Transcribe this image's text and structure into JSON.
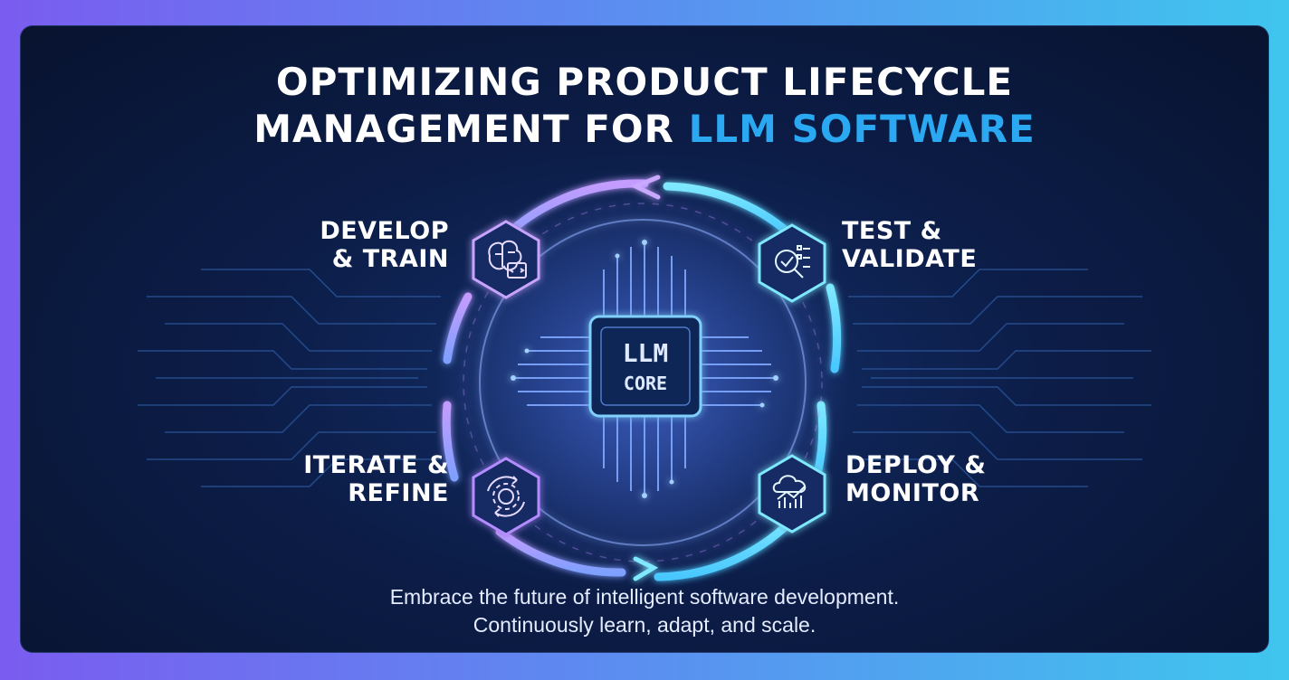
{
  "title": {
    "line1": "OPTIMIZING PRODUCT LIFECYCLE",
    "line2_prefix": "MANAGEMENT FOR ",
    "line2_accent": "LLM SOFTWARE"
  },
  "core": {
    "line1": "LLM",
    "line2": "CORE"
  },
  "stages": [
    {
      "line1": "DEVELOP",
      "line2": "& TRAIN",
      "icon": "brain-code-icon"
    },
    {
      "line1": "TEST &",
      "line2": "VALIDATE",
      "icon": "checklist-magnifier-icon"
    },
    {
      "line1": "DEPLOY &",
      "line2": "MONITOR",
      "icon": "cloud-chart-icon"
    },
    {
      "line1": "ITERATE &",
      "line2": "REFINE",
      "icon": "gear-cycle-icon"
    }
  ],
  "footer": {
    "line1": "Embrace the future of intelligent software development.",
    "line2": "Continuously learn, adapt, and scale."
  },
  "colors": {
    "accent": "#2aa8f2",
    "purple_glow": "#b48cff",
    "cyan_glow": "#5ee6ff",
    "background": "#0c1d48"
  }
}
